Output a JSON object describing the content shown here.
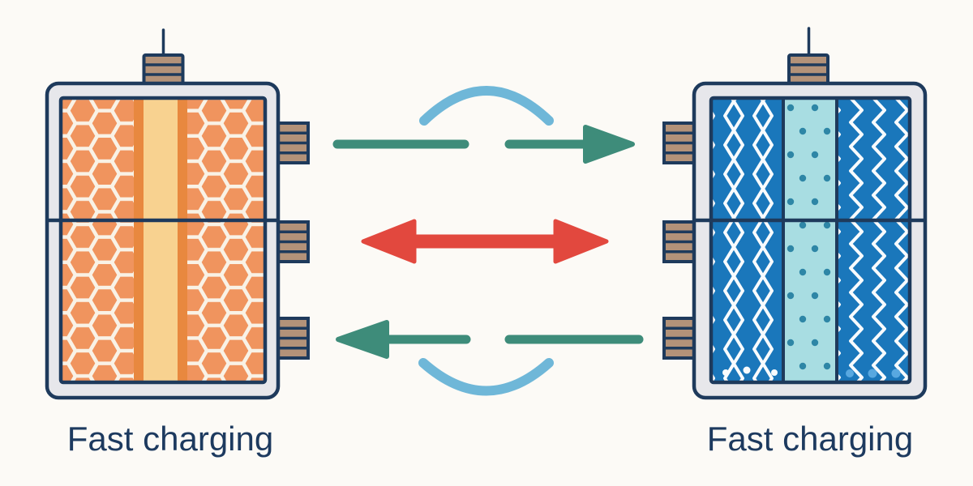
{
  "diagram": {
    "left_battery": {
      "label": "Fast charging",
      "terminal_count": 1,
      "side_tab_count": 3
    },
    "right_battery": {
      "label": "Fast charging",
      "terminal_count": 1,
      "side_tab_count": 3
    },
    "arrows": {
      "top_arrow_icon": "arrow-right-dashed",
      "middle_arrow_icon": "arrow-double-horizontal",
      "bottom_arrow_icon": "arrow-left-dashed",
      "top_arc_icon": "arc-over",
      "bottom_arc_icon": "arc-under"
    }
  },
  "colors": {
    "background": "#fcfaf6",
    "outline_navy": "#1e3a5c",
    "case_gray": "#e7e7eb",
    "electrode_orange": "#f0945e",
    "hex_line": "#f9f2e6",
    "separator_yellow": "#f8d290",
    "separator_edge_orange": "#e8883f",
    "terminal_brown": "#b39279",
    "electrode_blue": "#1a77bb",
    "separator_cyan": "#a8dde2",
    "dot_teal": "#2e86a6",
    "zigzag_white": "#f8fbfd",
    "bottom_dot_blue": "#58a8e0",
    "arrow_teal": "#3e8c7a",
    "arc_blue": "#6fb7d8",
    "arrow_red": "#e2483e",
    "label_navy": "#1d3a5f"
  }
}
